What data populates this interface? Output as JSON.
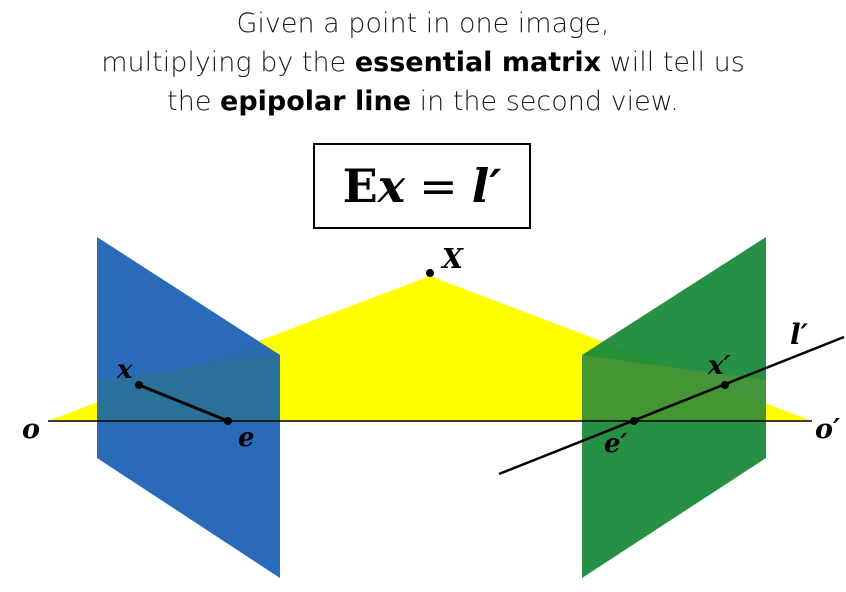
{
  "caption": {
    "line1": "Given a point in one image,",
    "line2_pre": "multiplying by the ",
    "line2_bold": "essential matrix",
    "line2_post": " will tell us",
    "line3_pre": "the ",
    "line3_bold": "epipolar line",
    "line3_post": " in the second view."
  },
  "formula": {
    "lhs_matrix": "E",
    "lhs_vector": "x",
    "equals": "=",
    "rhs": "l′"
  },
  "labels": {
    "world_point": "X",
    "left_center": "o",
    "right_center": "o′",
    "left_image_point": "x",
    "right_image_point": "x′",
    "left_epipole": "e",
    "right_epipole": "e′",
    "epipolar_line": "l′"
  },
  "colors": {
    "left_plane": "#1f63b5",
    "right_plane": "#1a8a3a",
    "epipolar_plane": "#ffff00",
    "lines": "#000000"
  }
}
